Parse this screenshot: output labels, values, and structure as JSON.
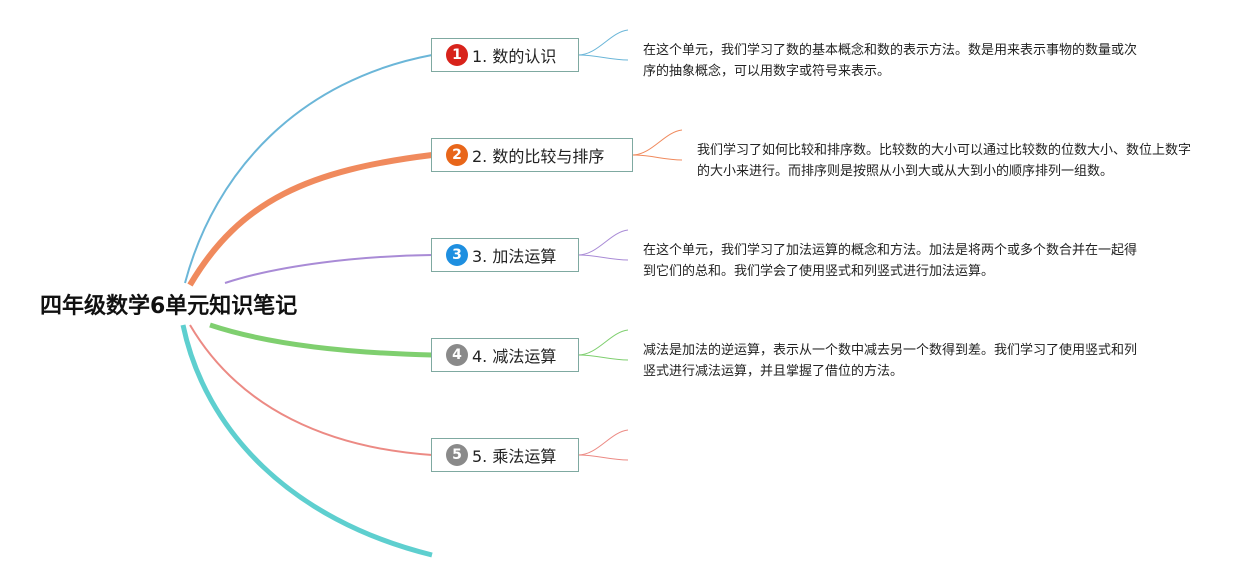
{
  "root": {
    "title": "四年级数学6单元知识笔记"
  },
  "topics": [
    {
      "number": "1",
      "label": "1. 数的认识",
      "color": "#6bb6d8",
      "badge_color": "#d8231b",
      "note": "在这个单元，我们学习了数的基本概念和数的表示方法。数是用来表示事物的数量或次序的抽象概念，可以用数字或符号来表示。"
    },
    {
      "number": "2",
      "label": "2. 数的比较与排序",
      "color": "#f08a5d",
      "badge_color": "#e8661a",
      "note": "我们学习了如何比较和排序数。比较数的大小可以通过比较数的位数大小、数位上数字的大小来进行。而排序则是按照从小到大或从大到小的顺序排列一组数。"
    },
    {
      "number": "3",
      "label": "3. 加法运算",
      "color": "#a98bd6",
      "badge_color": "#1e8fe0",
      "note": "在这个单元，我们学习了加法运算的概念和方法。加法是将两个或多个数合并在一起得到它们的总和。我们学会了使用竖式和列竖式进行加法运算。"
    },
    {
      "number": "4",
      "label": "4. 减法运算",
      "color": "#7fcf6f",
      "badge_color": "#8a8a8a",
      "note": "减法是加法的逆运算，表示从一个数中减去另一个数得到差。我们学习了使用竖式和列竖式进行减法运算，并且掌握了借位的方法。"
    },
    {
      "number": "5",
      "label": "5. 乘法运算",
      "color": "#ec8a84",
      "badge_color": "#8a8a8a",
      "note": ""
    }
  ],
  "extra_branch_color": "#5ecfcf",
  "topic_border_color": "#7fa9a1"
}
